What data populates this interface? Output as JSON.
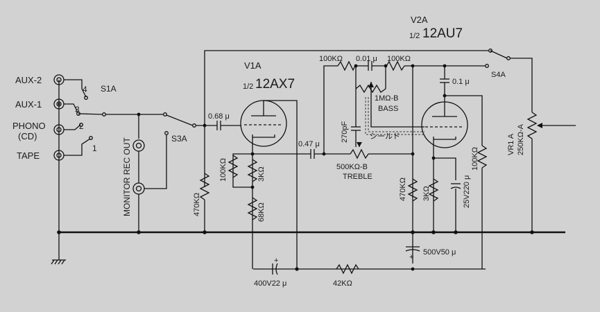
{
  "colors": {
    "background": "#d2d2d2",
    "ink": "#111111"
  },
  "inputs": {
    "aux2": "AUX-2",
    "aux1": "AUX-1",
    "phono1": "PHONO",
    "phono2": "(CD)",
    "tape": "TAPE"
  },
  "selector": {
    "name": "S1A",
    "pos4": "4",
    "pos3": "3",
    "pos2": "2",
    "pos1": "1"
  },
  "rec_out": {
    "label": "MONITOR REC OUT"
  },
  "s3": {
    "label": "S3A"
  },
  "v1": {
    "name": "V1A",
    "tube_frac": "1/2",
    "tube_type": "12AX7"
  },
  "v2": {
    "name": "V2A",
    "tube_frac": "1/2",
    "tube_type": "12AU7"
  },
  "s4": {
    "label": "S4A"
  },
  "parts": {
    "c_in": "0.68 μ",
    "r_grid": "470KΩ",
    "r_100k_v1": "100KΩ",
    "r_3k_v1": "3KΩ",
    "r_68k": "68KΩ",
    "c_400v": "400V22 μ",
    "c_047": "0.47 μ",
    "r_42k": "42KΩ",
    "r_100k_top1": "100KΩ",
    "c_001": "0.01 μ",
    "r_100k_top2": "100KΩ",
    "bass_pot": "1MΩ-B",
    "bass_label": "BASS",
    "c_270p": "270pF",
    "shield": "シールド",
    "treble_pot": "500KΩ-B",
    "treble_label": "TREBLE",
    "r_470k_v2": "470KΩ",
    "r_3k_v2": "3KΩ",
    "c_25v": "25V220 μ",
    "c_01": "0.1 μ",
    "r_100k_v2": "100KΩ",
    "c_500v": "500V50 μ",
    "vr1a": "VR1 A",
    "vr1a_val": "250KΩ-A"
  }
}
